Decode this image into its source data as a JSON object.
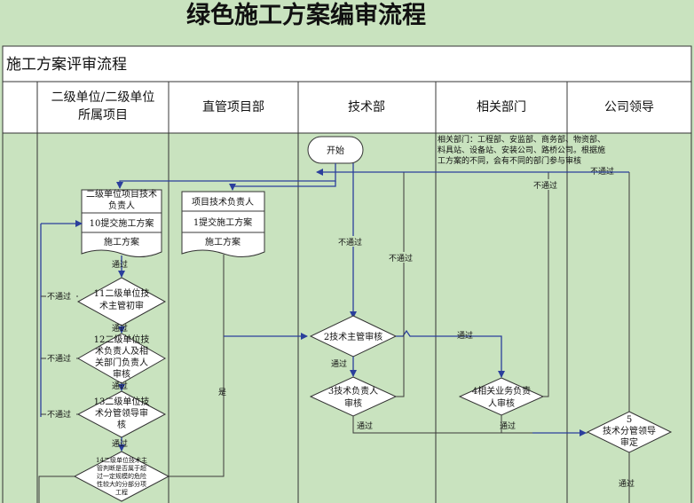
{
  "title": "绿色施工方案编审流程",
  "subtitle": "施工方案评审流程",
  "lanes": [
    "二级单位/二级单位所属项目",
    "直管项目部",
    "技术部",
    "相关部门",
    "公司领导"
  ],
  "lane_lines": [
    [
      "二级单位/二级单位",
      "所属项目"
    ],
    [
      "直管项目部"
    ],
    [
      "技术部"
    ],
    [
      "相关部门"
    ],
    [
      "公司领导"
    ]
  ],
  "nodes": {
    "start": "开始",
    "note": [
      "相关部门：工程部、安监部、商务部、物资部、",
      "料具站、设备站、安装公司、路桥公司。根据施",
      "工方案的不同，会有不同的部门参与审核"
    ],
    "l1_doc": [
      "二级单位项目技术",
      "负责人",
      "10提交施工方案",
      "施工方案"
    ],
    "l2_doc": [
      "项目技术负责人",
      "1提交施工方案",
      "施工方案"
    ],
    "d11": [
      "11二级单位技",
      "术主管初审"
    ],
    "d12": [
      "12二级单位技",
      "术负责人及相",
      "关部门负责人",
      "审核"
    ],
    "d13": [
      "13二级单位技",
      "术分管领导审",
      "核"
    ],
    "d14": [
      "14二级单位技术主",
      "管判断是否属于超",
      "过一定规模的危险",
      "性较大的分部分项",
      "工程"
    ],
    "d2": "2技术主管审核",
    "d3": [
      "3技术负责人",
      "审核"
    ],
    "d4": [
      "4相关业务负责",
      "人审核"
    ],
    "d5": [
      "5",
      "技术分管领导",
      "审定"
    ]
  },
  "labels": {
    "pass": "通过",
    "fail": "不通过",
    "yes": "是"
  }
}
